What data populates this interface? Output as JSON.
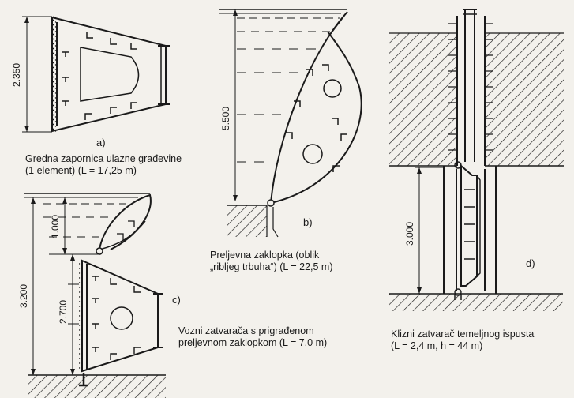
{
  "panels": {
    "a": {
      "letter": "a)",
      "caption_line1": "Gredna zapornica ulazne građevine",
      "caption_line2": "(1 element) (L = 17,25 m)",
      "dim_height": "2.350"
    },
    "b": {
      "letter": "b)",
      "caption_line1": "Preljevna zaklopka (oblik",
      "caption_line2": "„ribljeg trbuha“) (L = 22,5 m)",
      "dim_height": "5.500"
    },
    "c": {
      "letter": "c)",
      "caption_line1": "Vozni zatvarača s prigrađenom",
      "caption_line2": "preljevnom zaklopkom (L = 7,0 m)",
      "dim_total": "3.200",
      "dim_upper": "1.000",
      "dim_lower": "2.700"
    },
    "d": {
      "letter": "d)",
      "caption_line1": "Klizni zatvarač temeljnog ispusta",
      "caption_line2": "(L = 2,4 m, h = 44 m)",
      "dim_height": "3.000"
    }
  },
  "colors": {
    "ink": "#1a1a1a",
    "paper": "#f3f1ec"
  }
}
